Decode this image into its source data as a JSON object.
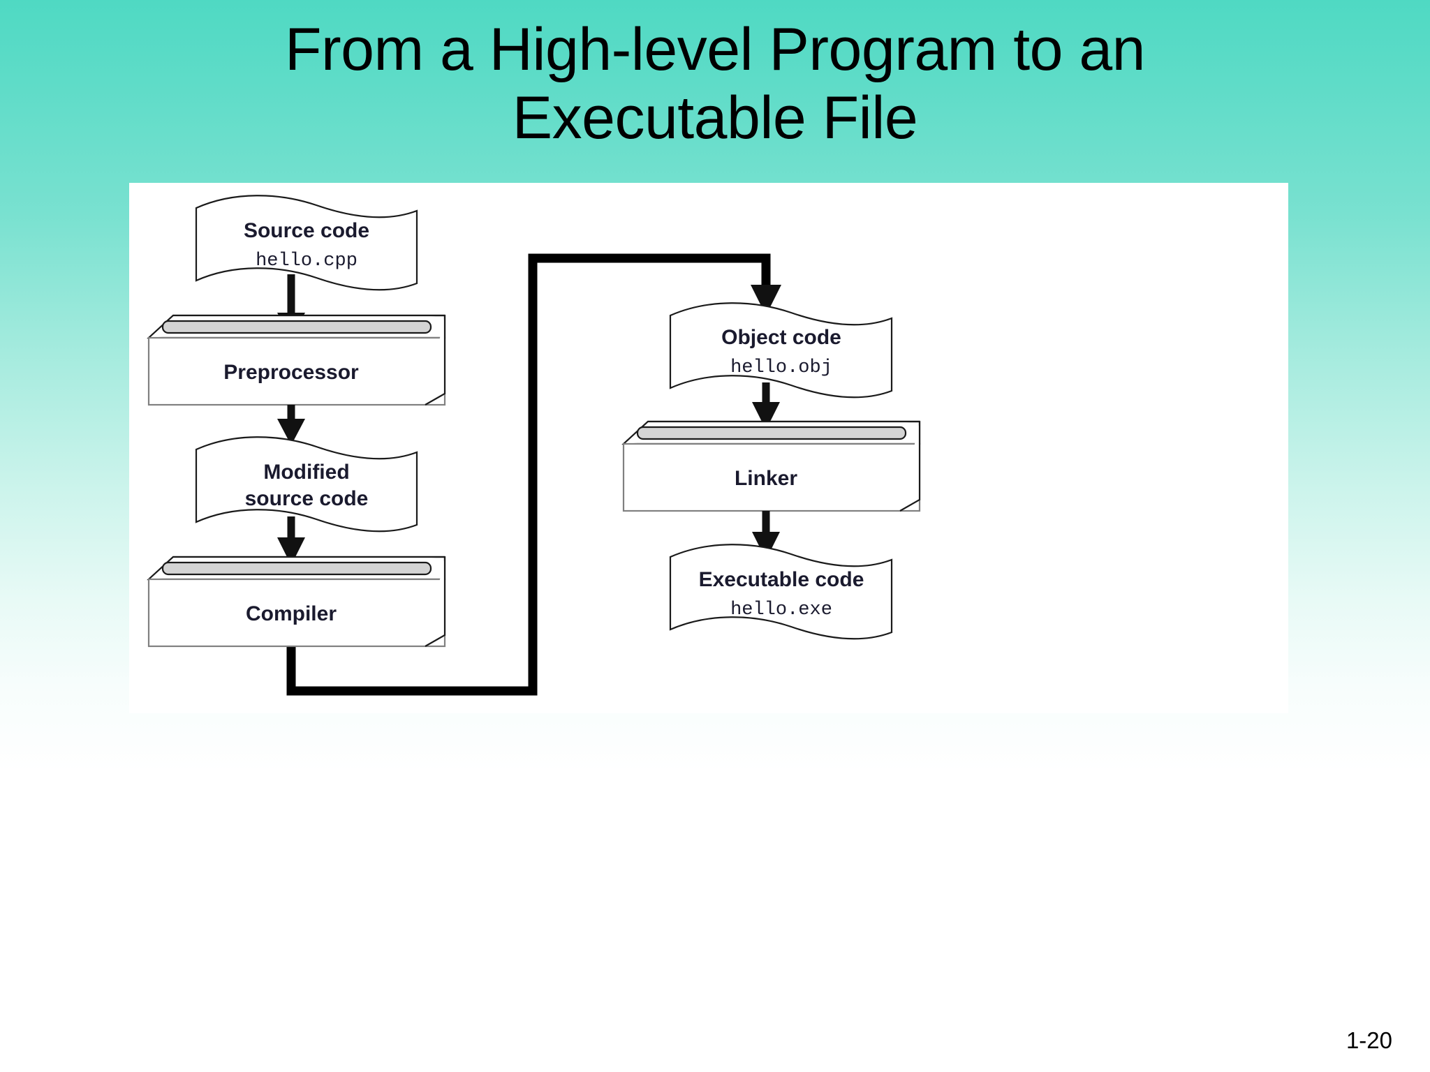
{
  "slide": {
    "title": "From a High-level Program to an Executable File",
    "title_line1": "From a High-level Program to an",
    "title_line2": "Executable File",
    "page_number": "1-20",
    "background_top_color": "#4fd9c3",
    "background_bottom_color": "#ffffff"
  },
  "diagram": {
    "type": "flowchart",
    "nodes": [
      {
        "id": "source-code",
        "shape": "document",
        "label": "Source code",
        "file": "hello.cpp",
        "column": "left",
        "order": 1
      },
      {
        "id": "preprocessor",
        "shape": "process-box-3d",
        "label": "Preprocessor",
        "file": "",
        "column": "left",
        "order": 2
      },
      {
        "id": "modified-source-code",
        "shape": "document",
        "label": "Modified source code",
        "label_line1": "Modified",
        "label_line2": "source code",
        "file": "",
        "column": "left",
        "order": 3
      },
      {
        "id": "compiler",
        "shape": "process-box-3d",
        "label": "Compiler",
        "file": "",
        "column": "left",
        "order": 4
      },
      {
        "id": "object-code",
        "shape": "document",
        "label": "Object code",
        "file": "hello.obj",
        "column": "right",
        "order": 5
      },
      {
        "id": "linker",
        "shape": "process-box-3d",
        "label": "Linker",
        "file": "",
        "column": "right",
        "order": 6
      },
      {
        "id": "executable-code",
        "shape": "document",
        "label": "Executable code",
        "file": "hello.exe",
        "column": "right",
        "order": 7
      }
    ],
    "edges": [
      {
        "from": "source-code",
        "to": "preprocessor",
        "style": "straight-arrow"
      },
      {
        "from": "preprocessor",
        "to": "modified-source-code",
        "style": "straight-arrow"
      },
      {
        "from": "modified-source-code",
        "to": "compiler",
        "style": "straight-arrow"
      },
      {
        "from": "compiler",
        "to": "object-code",
        "style": "routed-elbow"
      },
      {
        "from": "object-code",
        "to": "linker",
        "style": "straight-arrow"
      },
      {
        "from": "linker",
        "to": "executable-code",
        "style": "straight-arrow"
      }
    ],
    "colors": {
      "slot_fill": "#d4d4d4",
      "box_fill": "#ffffff",
      "outline": "#1a1a1a",
      "arrow": "#111111"
    }
  }
}
